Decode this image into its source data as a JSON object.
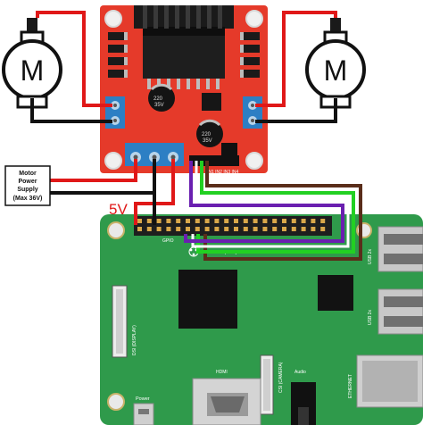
{
  "motors": {
    "left_label": "M",
    "right_label": "M"
  },
  "power_supply": {
    "line1": "Motor",
    "line2": "Power",
    "line3": "Supply",
    "line4": "(Max 36V)"
  },
  "five_v_label": "5V",
  "driver_board": {
    "cap1_text_a": "220",
    "cap1_text_b": "35V",
    "cap2_text_a": "220",
    "cap2_text_b": "35V",
    "pin_labels": "IN1 IN2 IN3 IN4"
  },
  "pi_board": {
    "gpio_label": "GPIO",
    "copyright": "© Raspberry Pi 2015",
    "usb_top": "USB 2x",
    "usb_bottom": "USB 2x",
    "ethernet": "ETHERNET",
    "dsi_label": "DSI (DISPLAY)",
    "csi_label": "CSI (CAMERA)",
    "hdmi_label": "HDMI",
    "audio_label": "Audio",
    "power_label": "Power"
  },
  "colors": {
    "driver_red": "#e53a2a",
    "pi_green": "#2f9a4b",
    "wire_red": "#e01818",
    "wire_black": "#111111",
    "wire_purple": "#6a1fb0",
    "wire_green": "#22d022",
    "wire_brown": "#5a2d1a",
    "terminal_blue": "#2d7fc4"
  }
}
